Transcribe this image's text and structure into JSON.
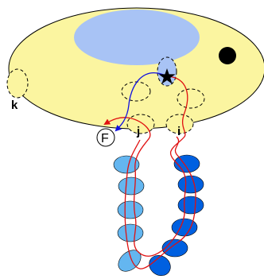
{
  "labels": {
    "k": "k",
    "j": "j",
    "i": "i",
    "f": "F"
  },
  "colors": {
    "body_fill": "#fbf5a0",
    "lake_fill": "#a8c3f5",
    "star_node_fill": "#a8c3f5",
    "dark_dot": "#000000",
    "blue_path": "#1010e0",
    "red_path": "#e01010",
    "light_blue_node": "#64b6f0",
    "dark_blue_node": "#0060e0",
    "dashed_node_fill": "#fbf5a0"
  },
  "icons": {
    "marker": "star-icon"
  }
}
